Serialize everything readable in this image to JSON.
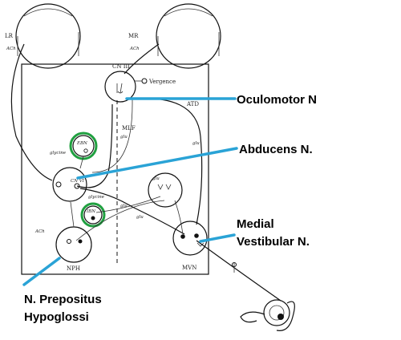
{
  "diagram": {
    "eye_labels": {
      "left": "LR",
      "right": "MR"
    },
    "nuclei": {
      "cn3": "CN III",
      "vergence": "Vergence",
      "mlf": "MLF",
      "atd": "ATD",
      "ebn": "EBN",
      "ibn": "IBN",
      "cn6": "CN VI",
      "nph": "NPH",
      "mvn": "MVN"
    },
    "small_labels": {
      "ach_left": "ACh",
      "ach_right": "ACh",
      "ach_nph": "ACh",
      "glu1": "glu",
      "glu2": "glu",
      "glu3": "glu",
      "glu4": "glu",
      "glu5": "glu",
      "glycine_left": "glycine",
      "glycine_mid": "glycine"
    },
    "callouts": {
      "oculomotor": "Oculomotor N",
      "abducens": "Abducens N.",
      "medial_vestibular_line1": "Medial",
      "medial_vestibular_line2": "Vestibular N.",
      "nph_line1": "N. Prepositus",
      "nph_line2": "Hypoglossi"
    },
    "colors": {
      "callout": "#2aa3d6",
      "highlight": "#20a040"
    }
  }
}
